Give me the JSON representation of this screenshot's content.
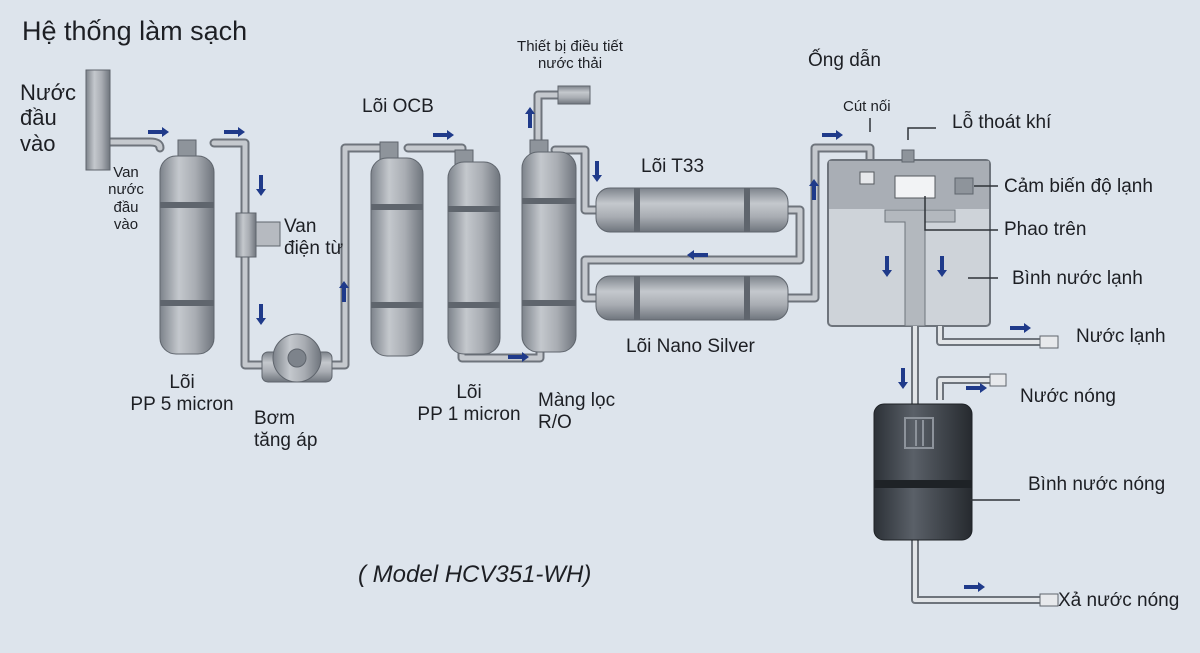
{
  "title": "Hệ thống làm sạch",
  "model": "( Model HCV351-WH)",
  "colors": {
    "background": "#dde4ec",
    "pipe": "#aeb3ba",
    "pipe_edge": "#6e747c",
    "housing": "#9da2a9",
    "arrow": "#1f3a8a",
    "tank_cold": "#c9ced4",
    "tank_hot": "#3b4148",
    "line": "#2f3338",
    "text": "#1d1f24"
  },
  "labels": {
    "inlet_water": [
      "Nước",
      "đầu",
      "vào"
    ],
    "inlet_valve": [
      "Van",
      "nước",
      "đầu",
      "vào"
    ],
    "pp5": [
      "Lõi",
      "PP 5 micron"
    ],
    "solenoid_valve": [
      "Van",
      "điện từ"
    ],
    "booster_pump": [
      "Bơm",
      "tăng áp"
    ],
    "ocb": "Lõi OCB",
    "pp1": [
      "Lõi",
      "PP 1 micron"
    ],
    "ro_membrane": [
      "Màng lọc",
      "R/O"
    ],
    "waste_regulator": [
      "Thiết bị điều tiết",
      "nước thải"
    ],
    "t33": "Lõi T33",
    "nano_silver": "Lõi Nano Silver",
    "pipe": "Ống dẫn",
    "elbow": "Cút nối",
    "air_vent": "Lỗ thoát khí",
    "cold_sensor": "Cảm biến độ lạnh",
    "upper_float": "Phao trên",
    "cold_tank": "Bình nước lạnh",
    "cold_water": "Nước lạnh",
    "hot_water": "Nước nóng",
    "hot_tank": "Bình nước nóng",
    "hot_drain": "Xả nước nóng"
  }
}
